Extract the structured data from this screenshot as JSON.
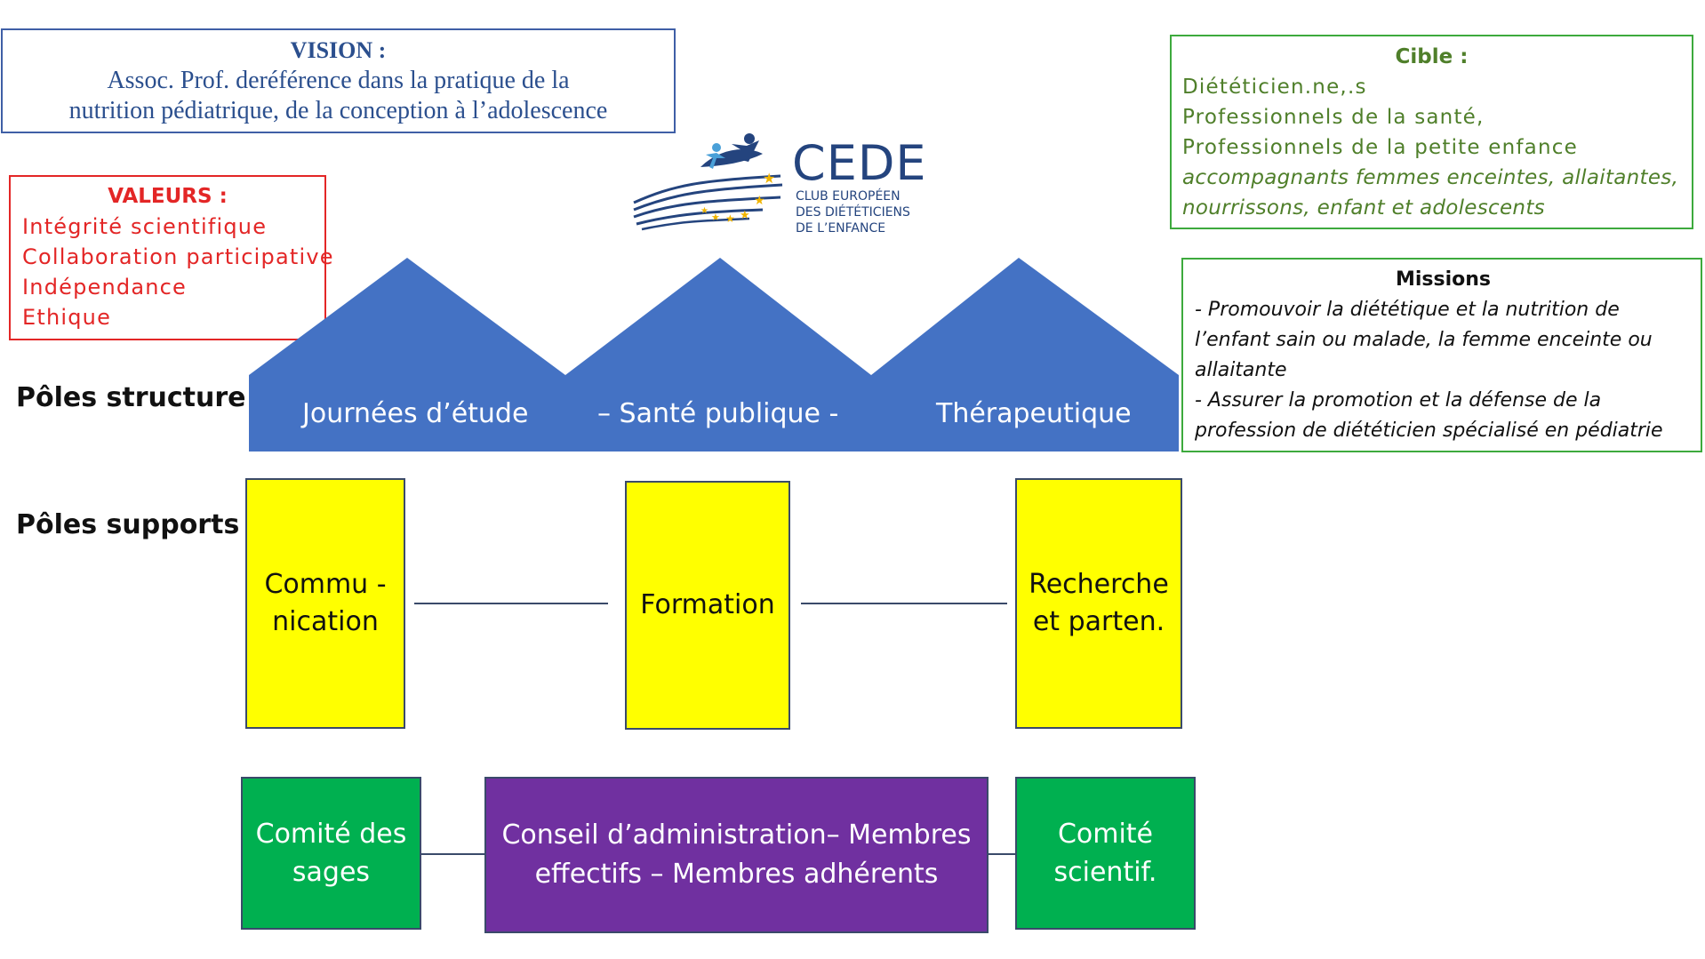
{
  "vision": {
    "title": "VISION :",
    "lines": [
      "Assoc. Prof. deréférence dans la pratique de la",
      "nutrition pédiatrique, de la conception à l’adolescence"
    ]
  },
  "valeurs": {
    "title": "VALEURS :",
    "lines": [
      "Intégrité scientifique",
      "Collaboration participative",
      "Indépendance",
      "Ethique"
    ]
  },
  "cible": {
    "title": "Cible :",
    "lines": [
      "Diététicien.ne,.s",
      "Professionnels de la santé,",
      "Professionnels de la petite enfance"
    ],
    "italic_lines": [
      "accompagnants femmes enceintes, allaitantes,",
      "nourrissons, enfant et adolescents"
    ]
  },
  "missions": {
    "title": "Missions",
    "lines": [
      "- Promouvoir la diététique et la nutrition de",
      "l’enfant sain ou malade, la femme enceinte ou",
      "allaitante",
      "- Assurer la promotion et la défense de la",
      "profession de diététicien spécialisé en pédiatrie"
    ]
  },
  "logo": {
    "name": "CEDE",
    "sub": [
      "CLUB EUROPÉEN",
      "DES DIÉTÉTICIENS",
      "DE L’ENFANCE"
    ]
  },
  "poles_structure": {
    "label": "Pôles structure",
    "items": [
      "Journées d’étude",
      "– Santé publique -",
      "Thérapeutique"
    ]
  },
  "poles_supports": {
    "label": "Pôles supports",
    "communication": [
      "Commu -",
      "nication"
    ],
    "formation": [
      "Formation"
    ],
    "recherche": [
      "Recherche",
      "et parten."
    ]
  },
  "gouvernance": {
    "comite_sages": [
      "Comité des",
      "sages"
    ],
    "conseil": [
      "Conseil d’administration– Membres",
      "effectifs – Membres adhérents"
    ],
    "comite_scientif": [
      "Comité",
      "scientif."
    ]
  },
  "colors": {
    "roof": "#4472c4",
    "support": "#ffff00",
    "green": "#00b050",
    "purple": "#7030a0",
    "vision_border": "#3f5fa6",
    "valeurs": "#e32626",
    "cible_border": "#3daa3d"
  }
}
